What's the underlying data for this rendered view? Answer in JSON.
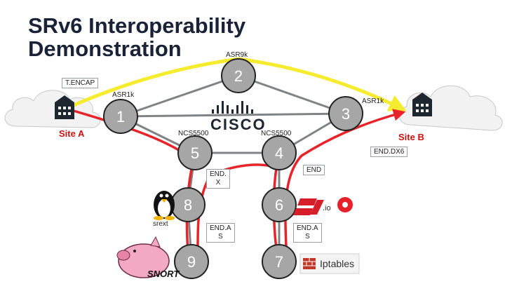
{
  "title_lines": [
    "SRv6 Interoperability",
    "Demonstration"
  ],
  "sites": {
    "a": "Site A",
    "b": "Site B"
  },
  "nodes": [
    {
      "id": "1",
      "label": "ASR1k"
    },
    {
      "id": "2",
      "label": "ASR9k"
    },
    {
      "id": "3",
      "label": "ASR1k"
    },
    {
      "id": "4",
      "label": "NCS5500"
    },
    {
      "id": "5",
      "label": "NCS5500"
    },
    {
      "id": "6",
      "label": ""
    },
    {
      "id": "7",
      "label": ""
    },
    {
      "id": "8",
      "label": ""
    },
    {
      "id": "9",
      "label": ""
    }
  ],
  "function_labels": {
    "t_encap": "T.ENCAP",
    "end_x": [
      "END.",
      "X"
    ],
    "end_as_left": [
      "END.A",
      "S"
    ],
    "end_as_right": [
      "END.A",
      "S"
    ],
    "end": "END",
    "end_dx6": "END.DX6",
    "srext": "srext"
  },
  "logos": {
    "cisco": "CISCO",
    "fdio": ".io",
    "iptables": "Iptables",
    "snort": "SNORT"
  },
  "colors": {
    "path_yellow": "#f6ec2f",
    "path_red": "#e8232a",
    "node_gray": "#a6a6a6",
    "link_gray": "#7f8386",
    "title": "#1a2238",
    "site_label": "#cc1111"
  }
}
